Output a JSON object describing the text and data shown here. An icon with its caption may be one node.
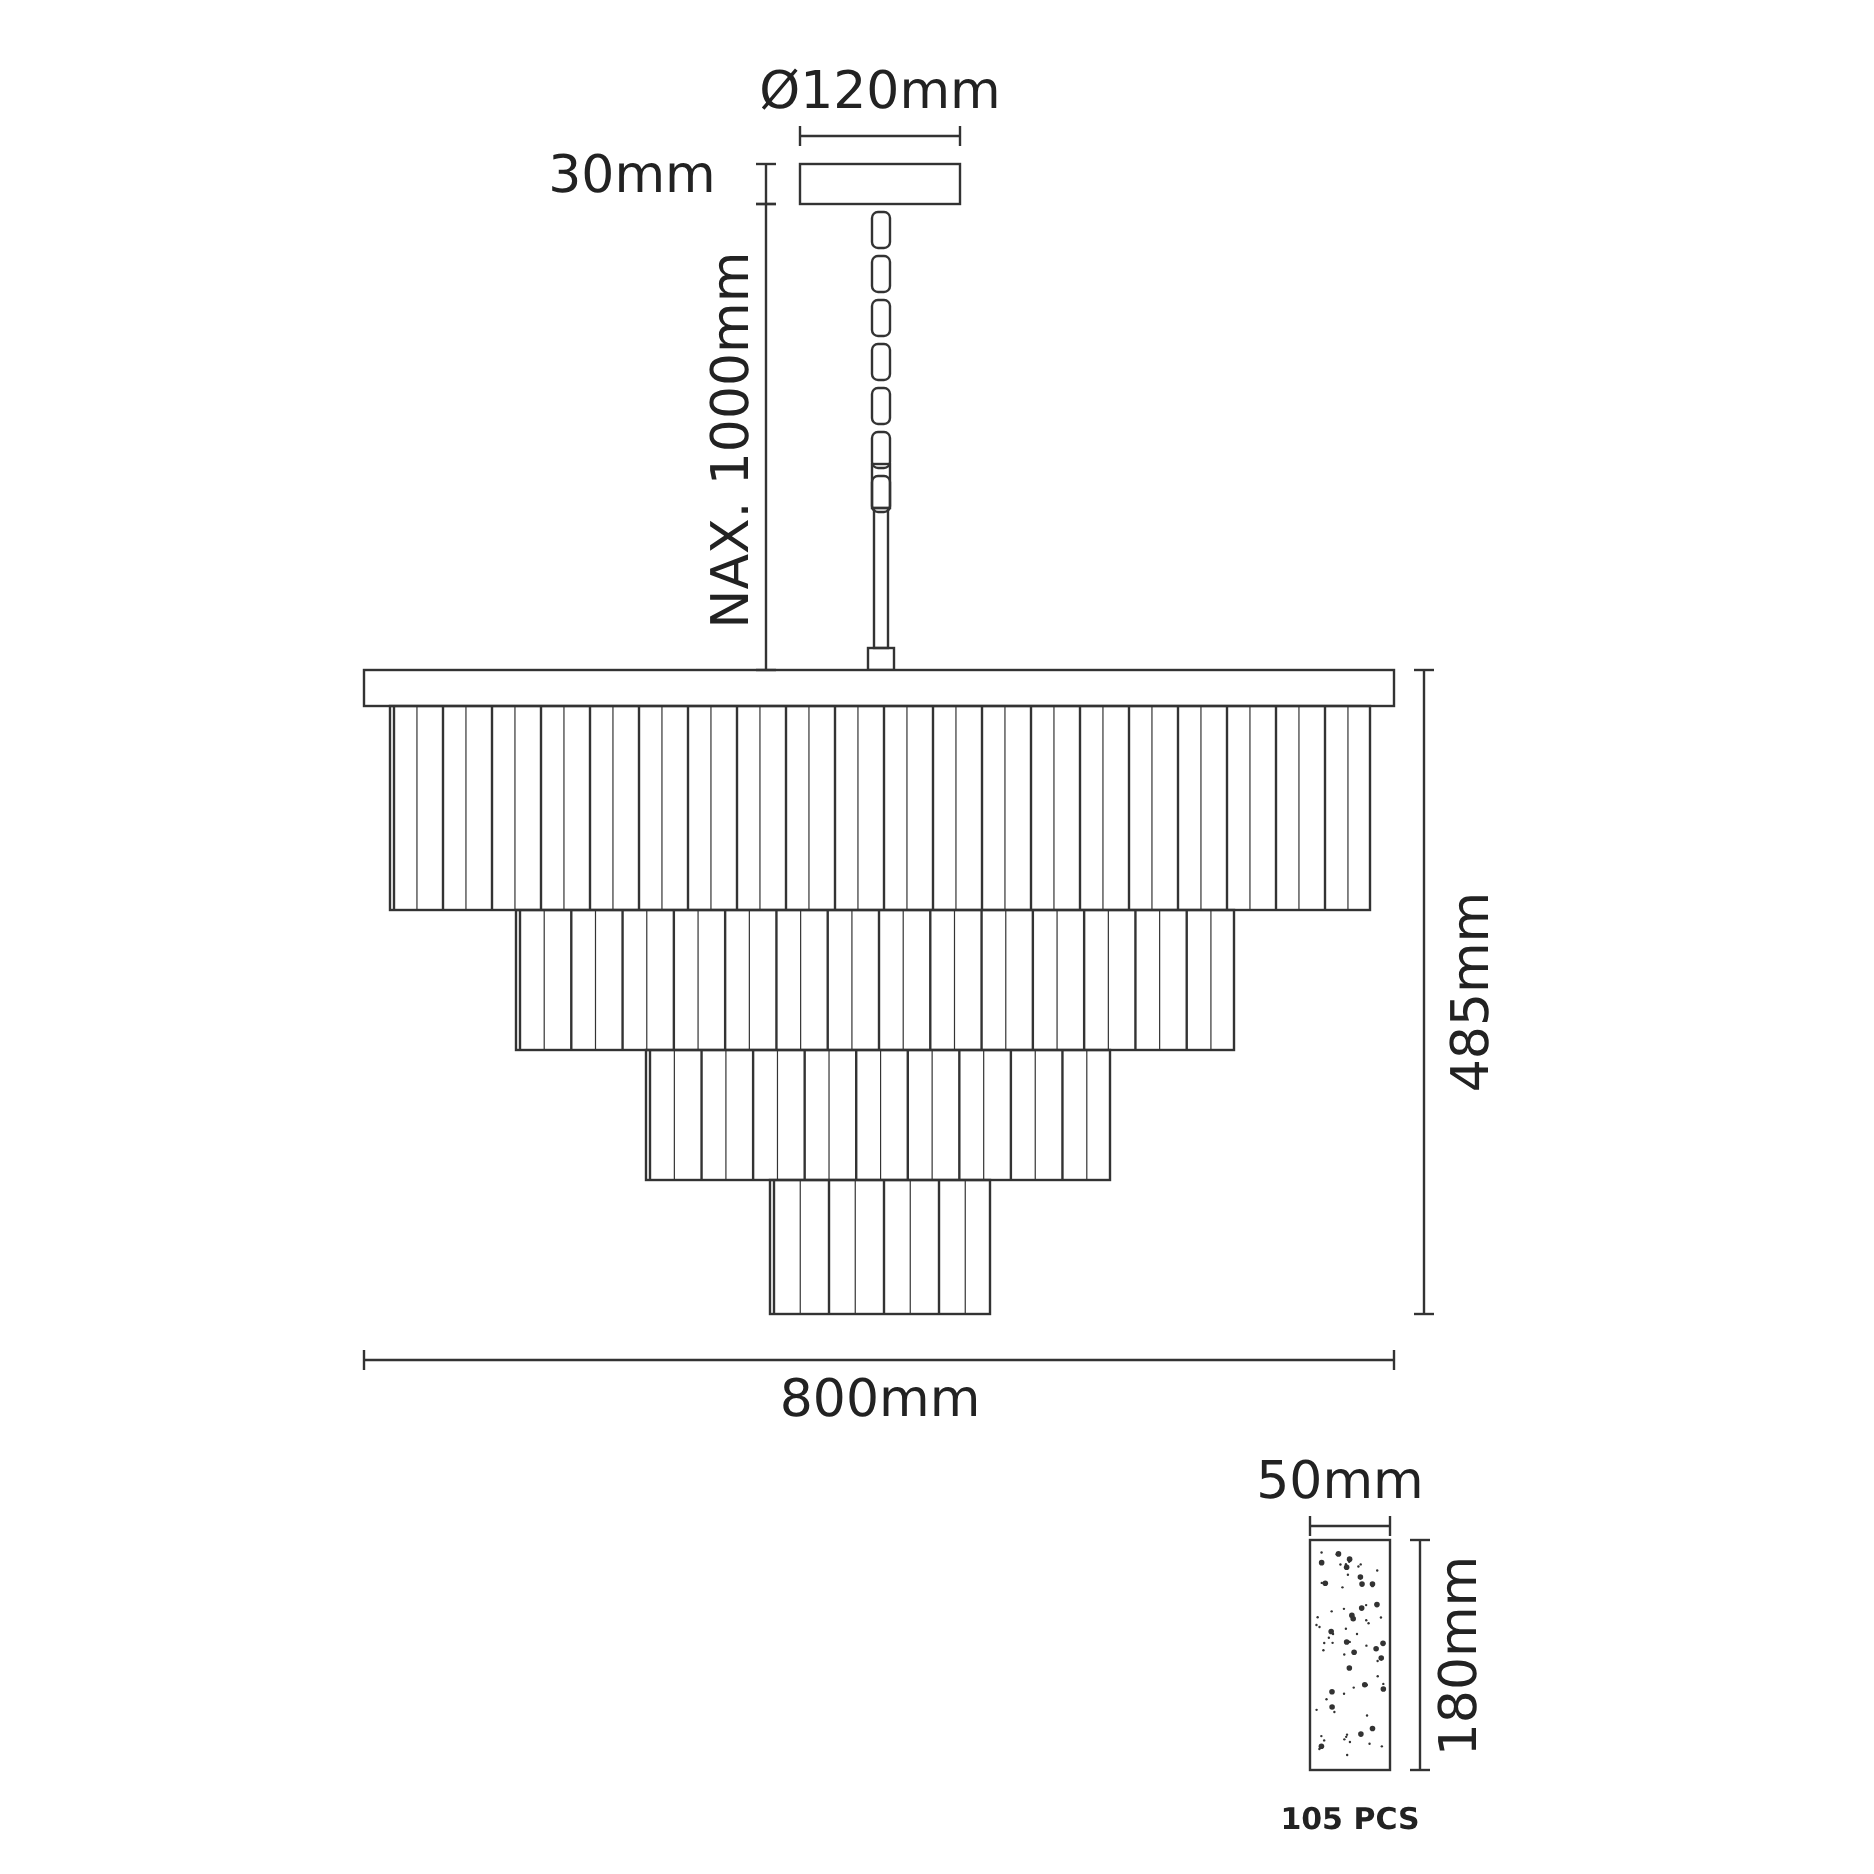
{
  "diagram": {
    "labels": [
      "Ø120mm",
      "30mm",
      "NAX. 1000mm",
      "485mm",
      "800mm",
      "50mm",
      "180mm",
      "105 PCS"
    ]
  }
}
